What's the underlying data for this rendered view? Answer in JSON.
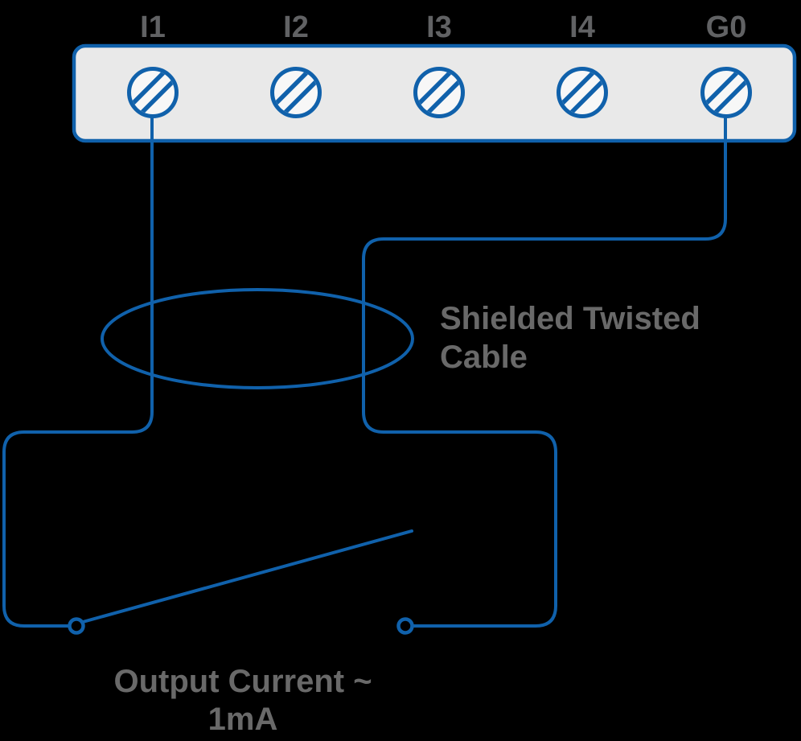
{
  "colors": {
    "wire_blue": "#1061AB",
    "terminal_label_gray": "#616264",
    "annotation_gray": "#696969",
    "block_fill": "#E9E9E9",
    "terminal_fill": "#F7F7F7",
    "background": "#000000"
  },
  "icons": {
    "terminal": "screw-terminal-icon"
  },
  "terminal_block": {
    "terminals": [
      {
        "label": "I1"
      },
      {
        "label": "I2"
      },
      {
        "label": "I3"
      },
      {
        "label": "I4"
      },
      {
        "label": "G0"
      }
    ]
  },
  "annotations": {
    "cable_line1": "Shielded Twisted",
    "cable_line2": "Cable",
    "output_line1": "Output Current ~",
    "output_line2": "1mA"
  }
}
